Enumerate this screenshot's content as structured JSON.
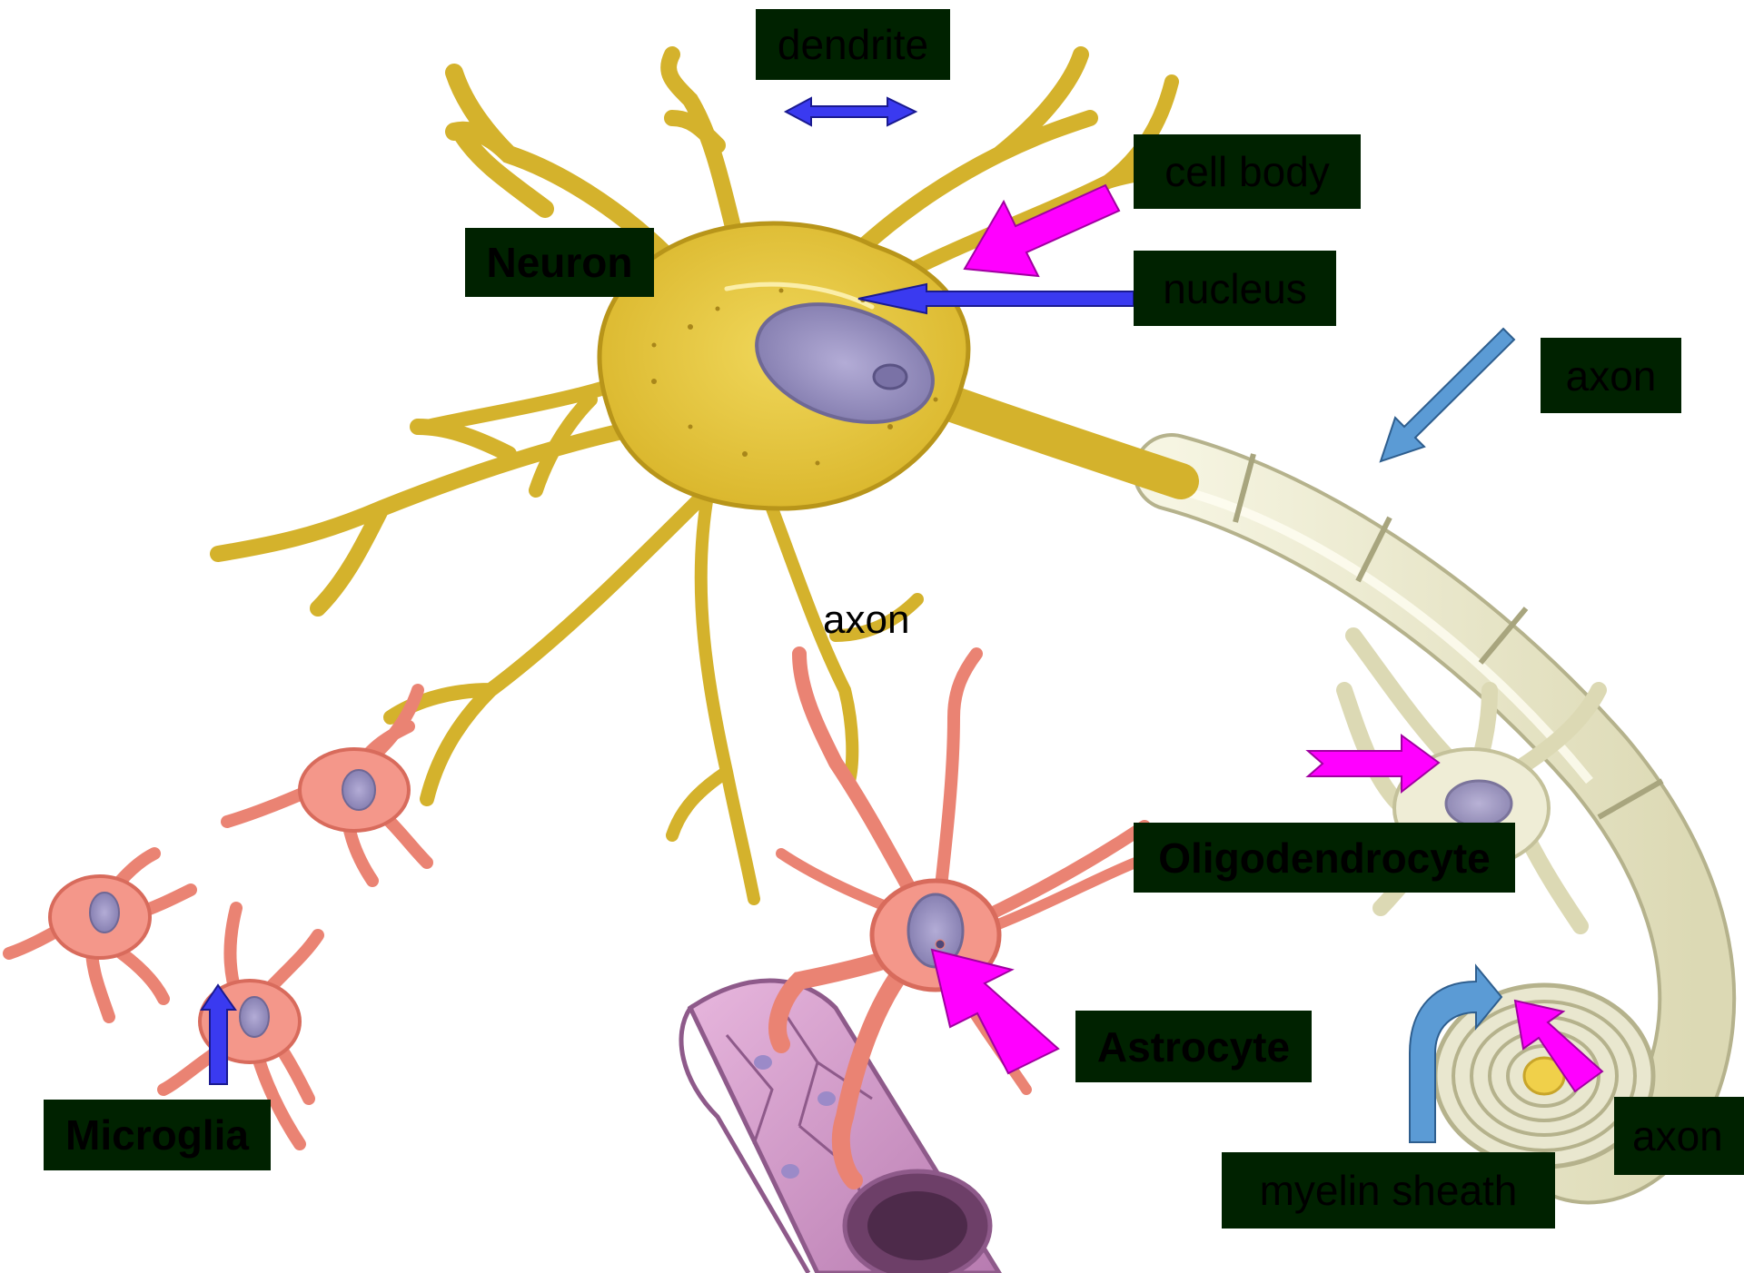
{
  "labels": {
    "dendrite": "dendrite",
    "cell_body": "cell body",
    "neuron": "Neuron",
    "nucleus": "nucleus",
    "axon_top": "axon",
    "axon_plain": "axon",
    "oligodendrocyte": "Oligodendrocyte",
    "astrocyte": "Astrocyte",
    "microglia": "Microglia",
    "axon_bottom": "axon",
    "myelin_sheath": "myelin sheath"
  },
  "colors": {
    "label_box": "#002200",
    "label_text": "#000000",
    "neuron_body": "#e2c233",
    "neuron_outline": "#b8951a",
    "glia_pink": "#f28d7e",
    "glia_outline": "#d86b5c",
    "nucleus": "#8f87b8",
    "myelin": "#ecebcf",
    "myelin_outline": "#b5b28c",
    "vessel": "#d9a3cf",
    "vessel_outline": "#8e5a8a",
    "arrow_magenta": "#ff00ff",
    "arrow_blue": "#3a3af0",
    "arrow_lightblue": "#5b9bd5"
  }
}
